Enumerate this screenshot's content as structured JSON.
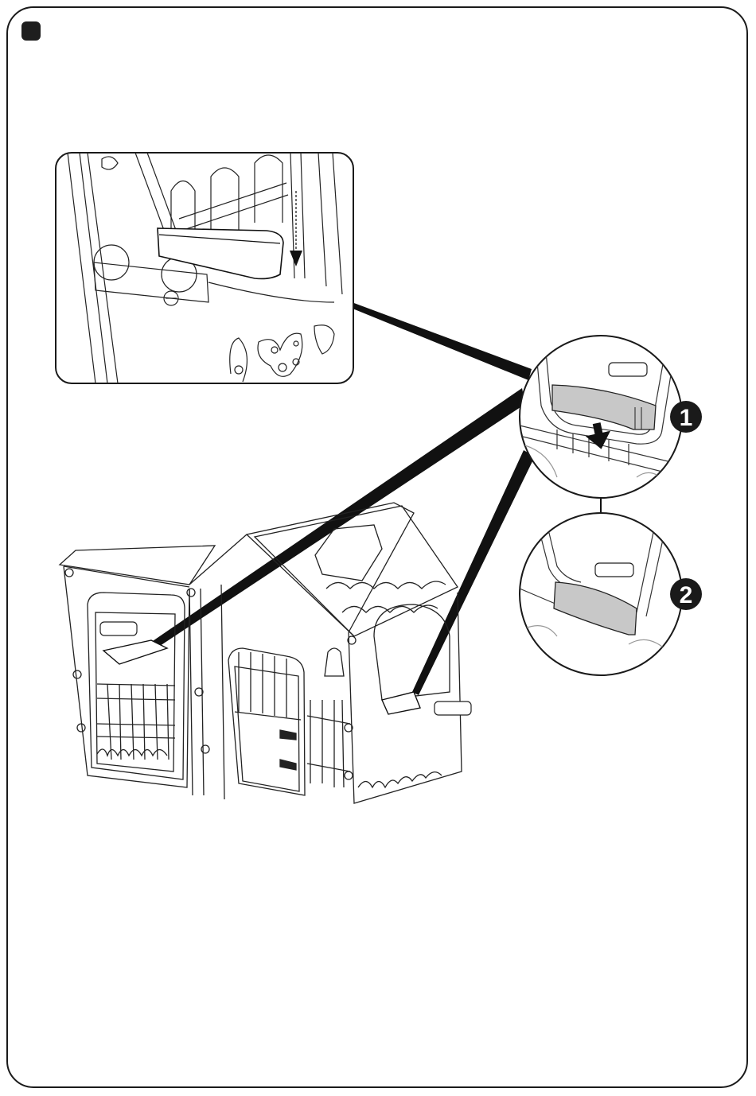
{
  "page": {
    "type": "assembly-instruction-step",
    "step_marker": "",
    "colors": {
      "ink": "#1a1a1a",
      "part_highlight": "#c8c8c8",
      "background": "#ffffff"
    }
  },
  "detail_inset": {
    "description": "Close-up: window sill pressed down into slot",
    "arrow_direction": "down"
  },
  "callouts": [
    {
      "number": "1",
      "description": "Push sill down into slot",
      "arrow_direction": "down",
      "label_box_text": ""
    },
    {
      "number": "2",
      "description": "Sill installed in place",
      "label_box_text": ""
    }
  ],
  "main_view": {
    "description": "Playhouse with two window sills installed",
    "part_labels": [
      "",
      ""
    ]
  }
}
